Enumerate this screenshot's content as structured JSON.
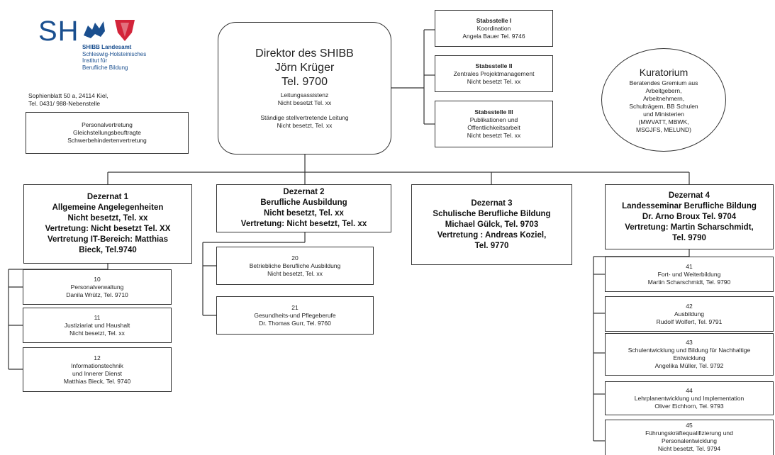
{
  "logo": {
    "abbr": "SH",
    "org_lines": [
      "SHIBB Landesamt",
      "Schleswig-Holsteinisches",
      "Institut für",
      "Berufliche Bildung"
    ],
    "colors": {
      "blue": "#1a4f8f",
      "red": "#d3243a"
    }
  },
  "address": {
    "line1": "Sophienblatt 50 a, 24114 Kiel,",
    "line2": "Tel. 0431/ 988-Nebenstelle"
  },
  "staff_box": [
    "Personalvertretung",
    "Gleichstellungsbeuftragte",
    "Schwerbehindertenvertretung"
  ],
  "director": {
    "title": "Direktor des SHIBB",
    "name": "Jörn Krüger",
    "tel": "Tel. 9700",
    "assist_label": "Leitungsassistenz",
    "assist_value": "Nicht besetzt Tel. xx",
    "deputy_label": "Ständige stellvertretende Leitung",
    "deputy_value": "Nicht besetzt, Tel. xx"
  },
  "stabsstellen": [
    {
      "title": "Stabsstelle I",
      "lines": [
        "Koordination",
        "Angela Bauer Tel. 9746"
      ]
    },
    {
      "title": "Stabsstelle II",
      "lines": [
        "Zentrales Projektmanagement",
        "Nicht besetzt Tel. xx"
      ]
    },
    {
      "title": "Stabsstelle III",
      "lines": [
        "Publikationen und",
        "Öffentlichkeitsarbeit",
        "Nicht besetzt Tel. xx"
      ]
    }
  ],
  "kuratorium": {
    "title": "Kuratorium",
    "lines": [
      "Beratendes Gremium aus",
      "Arbeitgebern,",
      "Arbeitnehmern,",
      "Schulträgern, BB Schulen",
      "und Ministerien",
      "(MWVATT, MBWK,",
      "MSGJFS, MELUND)"
    ]
  },
  "dezernate": [
    {
      "lines": [
        "Dezernat 1",
        "Allgemeine Angelegenheiten",
        "Nicht besetzt, Tel. xx",
        "Vertretung: Nicht besetzt Tel. XX",
        "Vertretung IT-Bereich: Matthias",
        "Bieck, Tel.9740"
      ]
    },
    {
      "lines": [
        "Dezernat 2",
        "Berufliche Ausbildung",
        "Nicht besetzt,  Tel. xx",
        "Vertretung: Nicht besetzt, Tel. xx"
      ]
    },
    {
      "lines": [
        "Dezernat 3",
        "Schulische Berufliche Bildung",
        "Michael Gülck, Tel. 9703",
        "Vertretung : Andreas Koziel,",
        "Tel. 9770"
      ]
    },
    {
      "lines": [
        "Dezernat 4",
        "Landesseminar Berufliche Bildung",
        "Dr. Arno Broux Tel. 9704",
        "Vertretung: Martin Scharschmidt,",
        "Tel. 9790"
      ]
    }
  ],
  "referate_1": [
    {
      "lines": [
        "10",
        "Personalverwaltung",
        "Danila Wrütz, Tel. 9710"
      ]
    },
    {
      "lines": [
        "11",
        "Justiziariat und Haushalt",
        "Nicht besetzt, Tel. xx"
      ]
    },
    {
      "lines": [
        "12",
        "Informationstechnik",
        "und Innerer Dienst",
        "Matthias Bieck, Tel. 9740"
      ]
    }
  ],
  "referate_2": [
    {
      "lines": [
        "20",
        "Betriebliche Berufliche Ausbildung",
        "Nicht besetzt, Tel. xx"
      ]
    },
    {
      "lines": [
        "21",
        "Gesundheits-und Pflegeberufe",
        "Dr. Thomas Gurr, Tel. 9760"
      ]
    }
  ],
  "referate_4": [
    {
      "lines": [
        "41",
        "Fort- und Weiterbildung",
        "Martin Scharschmidt, Tel. 9790"
      ]
    },
    {
      "lines": [
        "42",
        "Ausbildung",
        "Rudolf Wolfert, Tel. 9791"
      ]
    },
    {
      "lines": [
        "43",
        "Schulentwicklung und Bildung für Nachhaltige",
        "Entwicklung",
        "Angelika Müller, Tel. 9792"
      ]
    },
    {
      "lines": [
        "44",
        "Lehrplanentwicklung und Implementation",
        "Oliver Eichhorn, Tel. 9793"
      ]
    },
    {
      "lines": [
        "45",
        "Führungskräftequalifizierung und",
        "Personalentwicklung",
        "Nicht besetzt, Tel. 9794"
      ]
    }
  ]
}
